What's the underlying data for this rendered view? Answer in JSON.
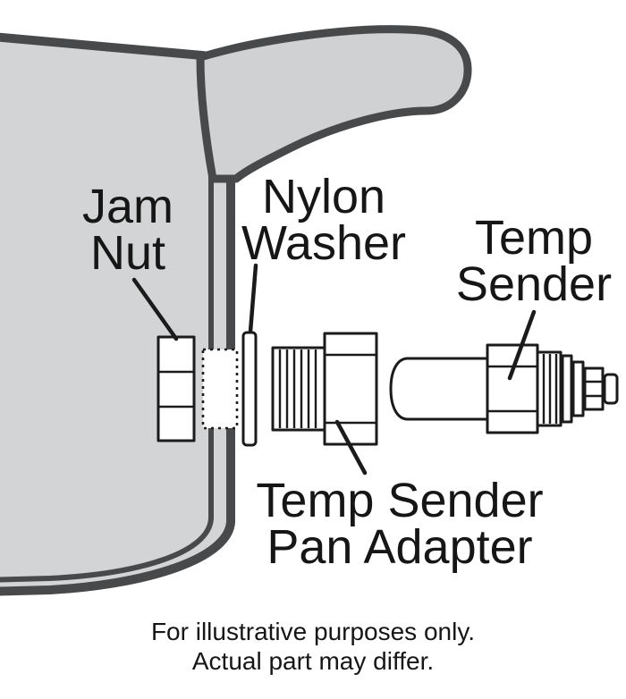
{
  "diagram": {
    "type": "exploded-parts-illustration",
    "labels": {
      "jam_nut": {
        "lines": [
          "Jam",
          "Nut"
        ]
      },
      "nylon_washer": {
        "lines": [
          "Nylon",
          "Washer"
        ]
      },
      "temp_sender": {
        "lines": [
          "Temp",
          "Sender"
        ]
      },
      "pan_adapter": {
        "lines": [
          "Temp Sender",
          "Pan Adapter"
        ]
      }
    },
    "parts": [
      "jam-nut",
      "pan-wall-hole",
      "nylon-washer",
      "temp-sender-pan-adapter",
      "temp-sender"
    ],
    "colors": {
      "background": "#ffffff",
      "pan_fill": "#d2d4d5",
      "flange_fill": "#cfd1d3",
      "pan_outline": "#48494b",
      "ink": "#1b1b1b",
      "part_fill": "#ffffff"
    }
  },
  "footer": {
    "lines": [
      "For illustrative purposes only.",
      "Actual part may differ."
    ]
  }
}
